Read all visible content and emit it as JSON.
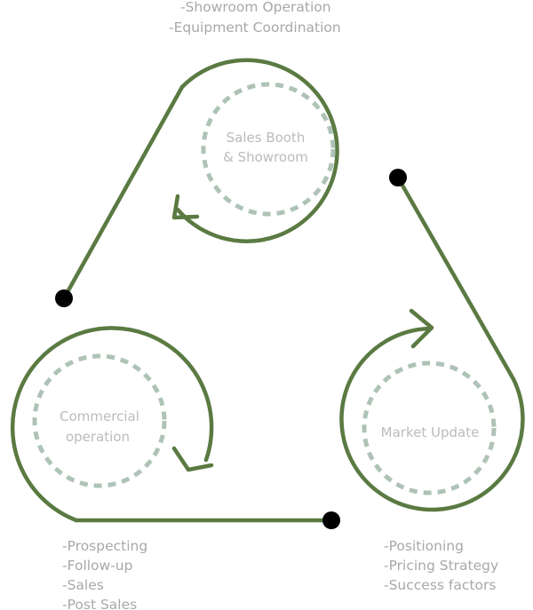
{
  "colors": {
    "loop_stroke": "#5a7a42",
    "dashed_ring": "#aec3b6",
    "dot": "#000000",
    "label_text": "#b9bdb9",
    "note_text": "#a6aaa6"
  },
  "nodes": {
    "sales": {
      "label_lines": [
        "Sales Booth",
        "& Showroom"
      ],
      "notes": [
        "-Showroom Operation",
        "-Equipment Coordination"
      ]
    },
    "commercial": {
      "label_lines": [
        "Commercial",
        "operation"
      ],
      "notes": [
        "-Prospecting",
        "-Follow-up",
        "-Sales",
        "-Post Sales"
      ]
    },
    "market": {
      "label_lines": [
        "Market Update"
      ],
      "notes": [
        "-Positioning",
        "-Pricing Strategy",
        "-Success factors"
      ]
    }
  }
}
